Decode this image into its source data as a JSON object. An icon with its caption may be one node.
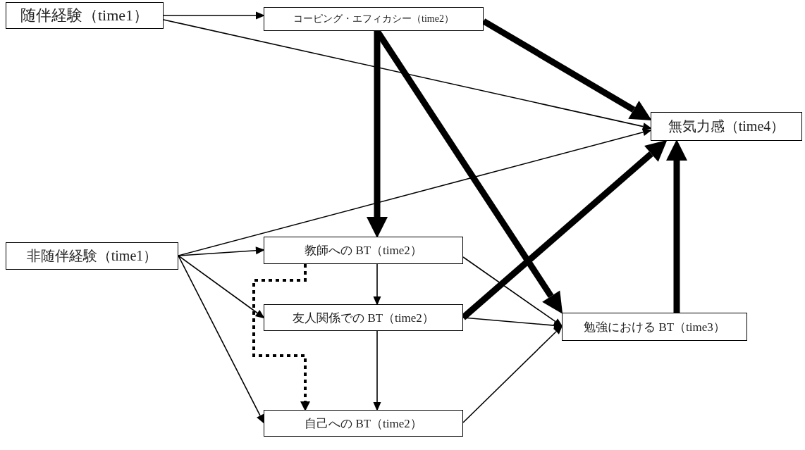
{
  "diagram": {
    "nodes": [
      {
        "text": [
          "随伴経験（time1）"
        ]
      },
      {
        "text": [
          "コーピング・エフィカシー（time2）"
        ]
      },
      {
        "text": [
          "無気力感（time4）"
        ]
      },
      {
        "text": [
          "非随伴経験（time1）"
        ]
      },
      {
        "text": [
          "教師への BT（time2）"
        ]
      },
      {
        "text": [
          "友人関係での BT（time2）"
        ]
      },
      {
        "text": [
          "勉強における BT（time3）"
        ]
      },
      {
        "text": [
          "自己への BT（time2）"
        ]
      }
    ],
    "edges": [
      {
        "from": 0,
        "to": 1,
        "arrow": "to"
      },
      {
        "from": 0,
        "to": 2,
        "arrow": "to"
      },
      {
        "from": 1,
        "to": 2,
        "arrow": "to",
        "style": "thick"
      },
      {
        "from": 1,
        "to": 4,
        "arrow": "to",
        "style": "thick"
      },
      {
        "from": 1,
        "to": 6,
        "arrow": "to",
        "style": "thick"
      },
      {
        "from": 3,
        "to": 2,
        "arrow": "to"
      },
      {
        "from": 3,
        "to": 4,
        "arrow": "to"
      },
      {
        "from": 3,
        "to": 5,
        "arrow": "to"
      },
      {
        "from": 3,
        "to": 7,
        "arrow": "to"
      },
      {
        "from": 4,
        "to": 5,
        "arrow": "to"
      },
      {
        "from": 4,
        "to": 6,
        "arrow": "to"
      },
      {
        "from": 4,
        "to": 7,
        "arrow": "to",
        "style": "dashed"
      },
      {
        "from": 5,
        "to": 2,
        "arrow": "to",
        "style": "thick"
      },
      {
        "from": 5,
        "to": 6,
        "arrow": "to"
      },
      {
        "from": 5,
        "to": 7,
        "arrow": "to"
      },
      {
        "from": 7,
        "to": 6,
        "arrow": "to"
      },
      {
        "from": 6,
        "to": 2,
        "arrow": "to",
        "style": "thick"
      }
    ]
  }
}
